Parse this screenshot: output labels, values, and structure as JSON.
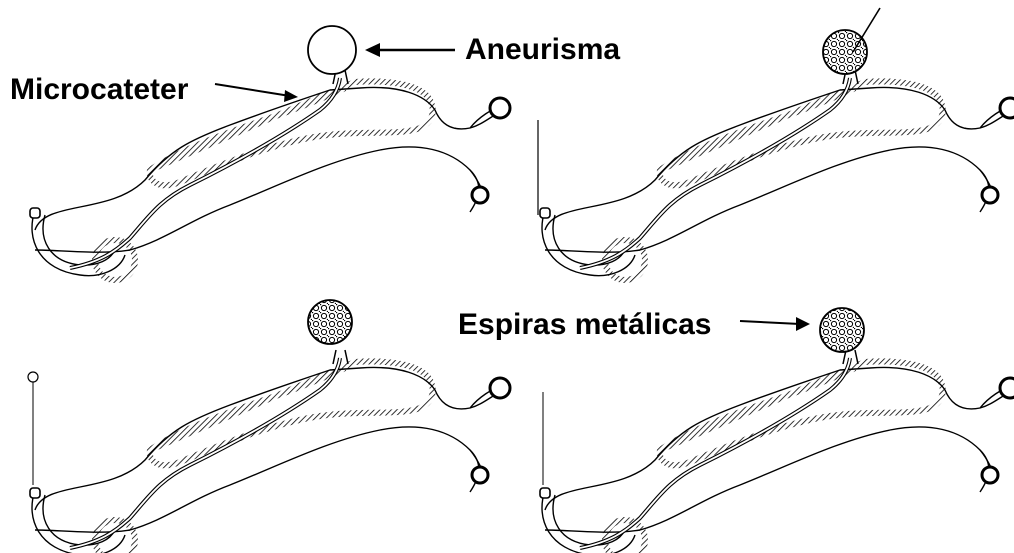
{
  "labels": {
    "aneurisma": "Aneurisma",
    "microcateter": "Microcateter",
    "espiras": "Espiras metálicas"
  },
  "panels": [
    {
      "name": "panel-1-catheter-placed",
      "coils": false,
      "wire": false
    },
    {
      "name": "panel-2-coil-deployment",
      "coils": true,
      "wire": true
    },
    {
      "name": "panel-3-coils-detached",
      "coils": true,
      "wire": true
    },
    {
      "name": "panel-4-catheter-withdrawn",
      "coils": true,
      "wire": true
    }
  ]
}
